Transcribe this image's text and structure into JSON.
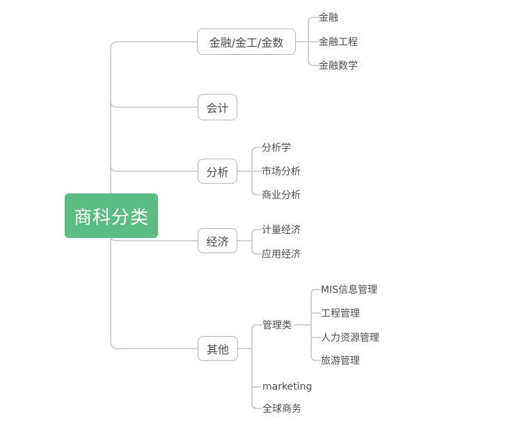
{
  "mindmap": {
    "root": {
      "label": "商科分类",
      "children": [
        {
          "label": "金融/金工/金数",
          "children": [
            {
              "label": "金融"
            },
            {
              "label": "金融工程"
            },
            {
              "label": "金融数学"
            }
          ]
        },
        {
          "label": "会计",
          "children": []
        },
        {
          "label": "分析",
          "children": [
            {
              "label": "分析学"
            },
            {
              "label": "市场分析"
            },
            {
              "label": "商业分析"
            }
          ]
        },
        {
          "label": "经济",
          "children": [
            {
              "label": "计量经济"
            },
            {
              "label": "应用经济"
            }
          ]
        },
        {
          "label": "其他",
          "children": [
            {
              "label": "管理类",
              "children": [
                {
                  "label": "MIS信息管理"
                },
                {
                  "label": "工程管理"
                },
                {
                  "label": "人力资源管理"
                },
                {
                  "label": "旅游管理"
                }
              ]
            },
            {
              "label": "marketing"
            },
            {
              "label": "全球商务"
            }
          ]
        }
      ]
    },
    "colors": {
      "root_background": "#5bbd81",
      "root_text": "#ffffff",
      "node_text": "#4d4d4d",
      "node_border": "#b3b3b3",
      "connector_line": "#c5c5c5",
      "canvas_background": "#ffffff"
    }
  }
}
